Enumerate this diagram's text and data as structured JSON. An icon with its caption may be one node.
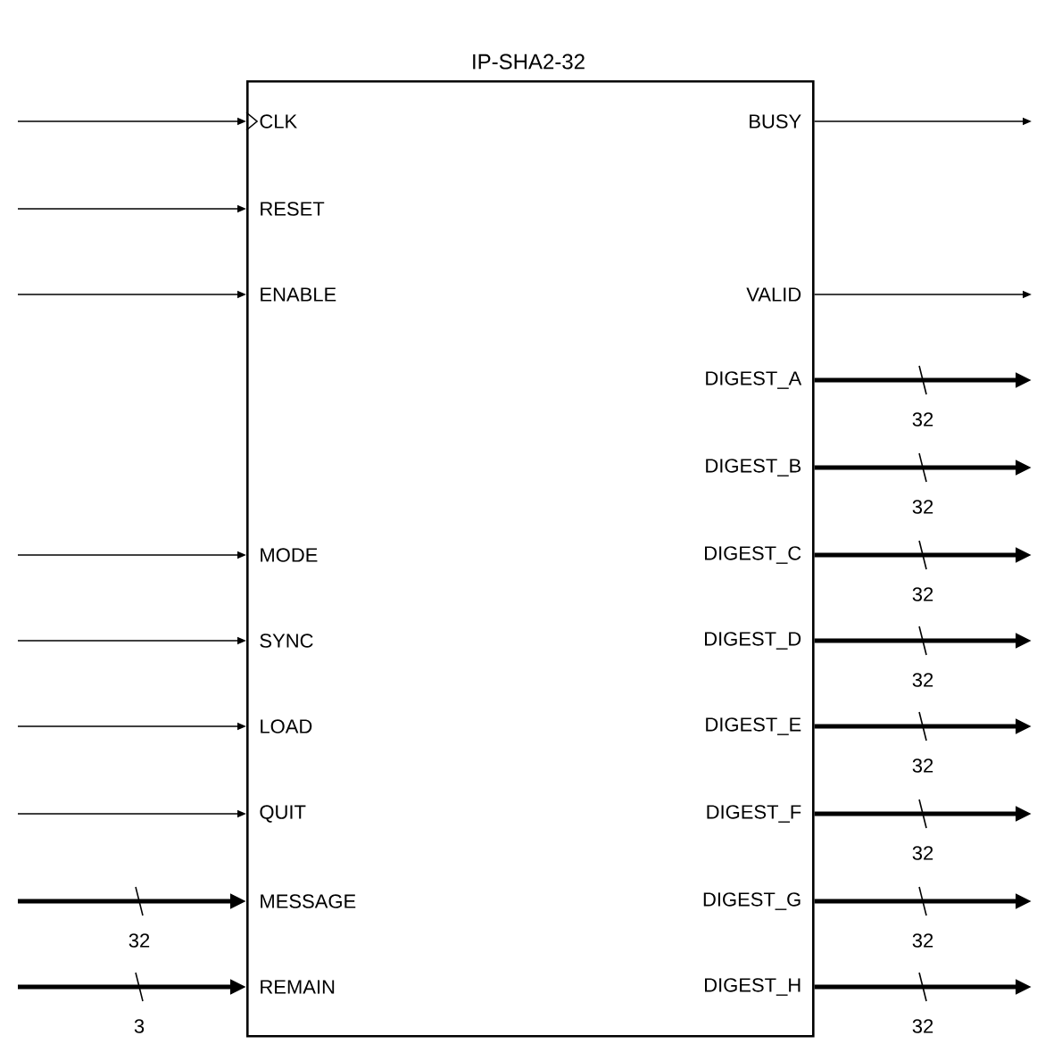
{
  "diagram": {
    "nodes": [
      {
        "text": [
          "IP-SHA2-32"
        ]
      },
      {
        "text": [
          "CLK"
        ],
        "in": 0
      },
      {
        "text": [
          "RESET"
        ],
        "in": 0
      },
      {
        "text": [
          "ENABLE"
        ],
        "in": 0
      },
      {
        "text": [
          "MODE"
        ],
        "in": 0
      },
      {
        "text": [
          "SYNC"
        ],
        "in": 0
      },
      {
        "text": [
          "LOAD"
        ],
        "in": 0
      },
      {
        "text": [
          "QUIT"
        ],
        "in": 0
      },
      {
        "text": [
          "MESSAGE"
        ],
        "in": 0
      },
      {
        "text": [
          "REMAIN"
        ],
        "in": 0
      },
      {
        "text": [
          "BUSY"
        ],
        "in": 0
      },
      {
        "text": [
          "VALID"
        ],
        "in": 0
      },
      {
        "text": [
          "DIGEST_A"
        ],
        "in": 0
      },
      {
        "text": [
          "DIGEST_B"
        ],
        "in": 0
      },
      {
        "text": [
          "DIGEST_C"
        ],
        "in": 0
      },
      {
        "text": [
          "DIGEST_D"
        ],
        "in": 0
      },
      {
        "text": [
          "DIGEST_E"
        ],
        "in": 0
      },
      {
        "text": [
          "DIGEST_F"
        ],
        "in": 0
      },
      {
        "text": [
          "DIGEST_G"
        ],
        "in": 0
      },
      {
        "text": [
          "DIGEST_H"
        ],
        "in": 0
      }
    ],
    "edges": [
      {
        "from": null,
        "to": 1,
        "arrow": "to"
      },
      {
        "from": null,
        "to": 2,
        "arrow": "to"
      },
      {
        "from": null,
        "to": 3,
        "arrow": "to"
      },
      {
        "from": null,
        "to": 4,
        "arrow": "to"
      },
      {
        "from": null,
        "to": 5,
        "arrow": "to"
      },
      {
        "from": null,
        "to": 6,
        "arrow": "to"
      },
      {
        "from": null,
        "to": 7,
        "arrow": "to"
      },
      {
        "from": null,
        "to": 8,
        "arrow": "to",
        "label": "32"
      },
      {
        "from": null,
        "to": 9,
        "arrow": "to",
        "label": "3"
      },
      {
        "from": 10,
        "to": null,
        "arrow": "to"
      },
      {
        "from": 11,
        "to": null,
        "arrow": "to"
      },
      {
        "from": 12,
        "to": null,
        "arrow": "to",
        "label": "32"
      },
      {
        "from": 13,
        "to": null,
        "arrow": "to",
        "label": "32"
      },
      {
        "from": 14,
        "to": null,
        "arrow": "to",
        "label": "32"
      },
      {
        "from": 15,
        "to": null,
        "arrow": "to",
        "label": "32"
      },
      {
        "from": 16,
        "to": null,
        "arrow": "to",
        "label": "32"
      },
      {
        "from": 17,
        "to": null,
        "arrow": "to",
        "label": "32"
      },
      {
        "from": 18,
        "to": null,
        "arrow": "to",
        "label": "32"
      },
      {
        "from": 19,
        "to": null,
        "arrow": "to",
        "label": "32"
      }
    ]
  }
}
